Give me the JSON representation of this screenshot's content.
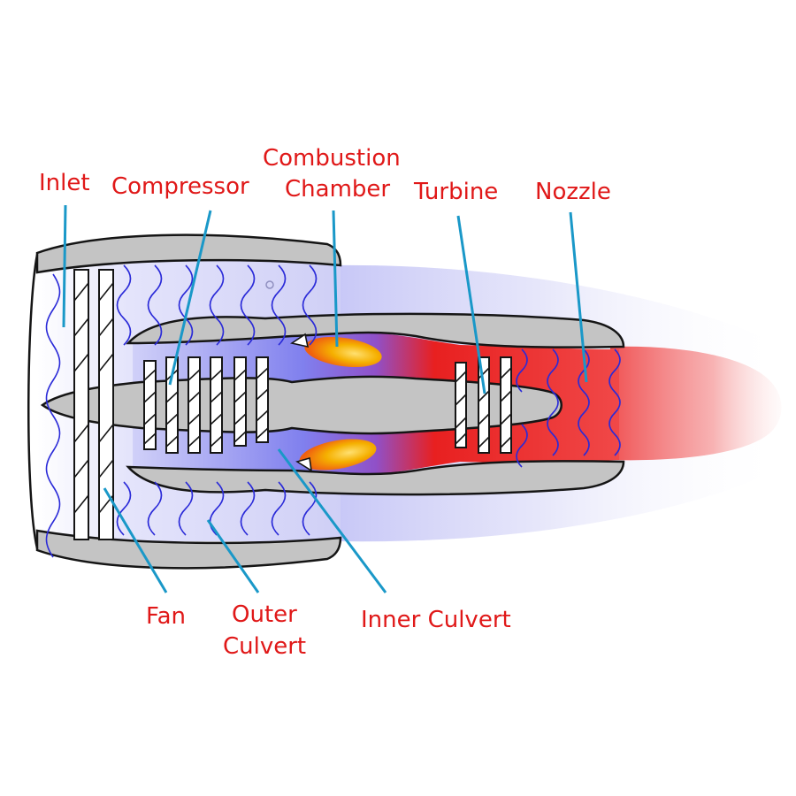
{
  "diagram": {
    "labels": {
      "inlet": "Inlet",
      "compressor": "Compressor",
      "combustion_line1": "Combustion",
      "combustion_line2": "Chamber",
      "turbine": "Turbine",
      "nozzle": "Nozzle",
      "fan": "Fan",
      "outer_line1": "Outer",
      "outer_line2": "Culvert",
      "inner": "Inner Culvert"
    },
    "colors": {
      "label_text": "#e01818",
      "leader_line": "#1a98c8",
      "casing": "#c4c4c4",
      "outline": "#151515",
      "cold_flow": "#7070ee",
      "airflow_waves": "#2a2ad8",
      "hot_flow": "#ee1818",
      "flame": "#f0b000"
    }
  }
}
